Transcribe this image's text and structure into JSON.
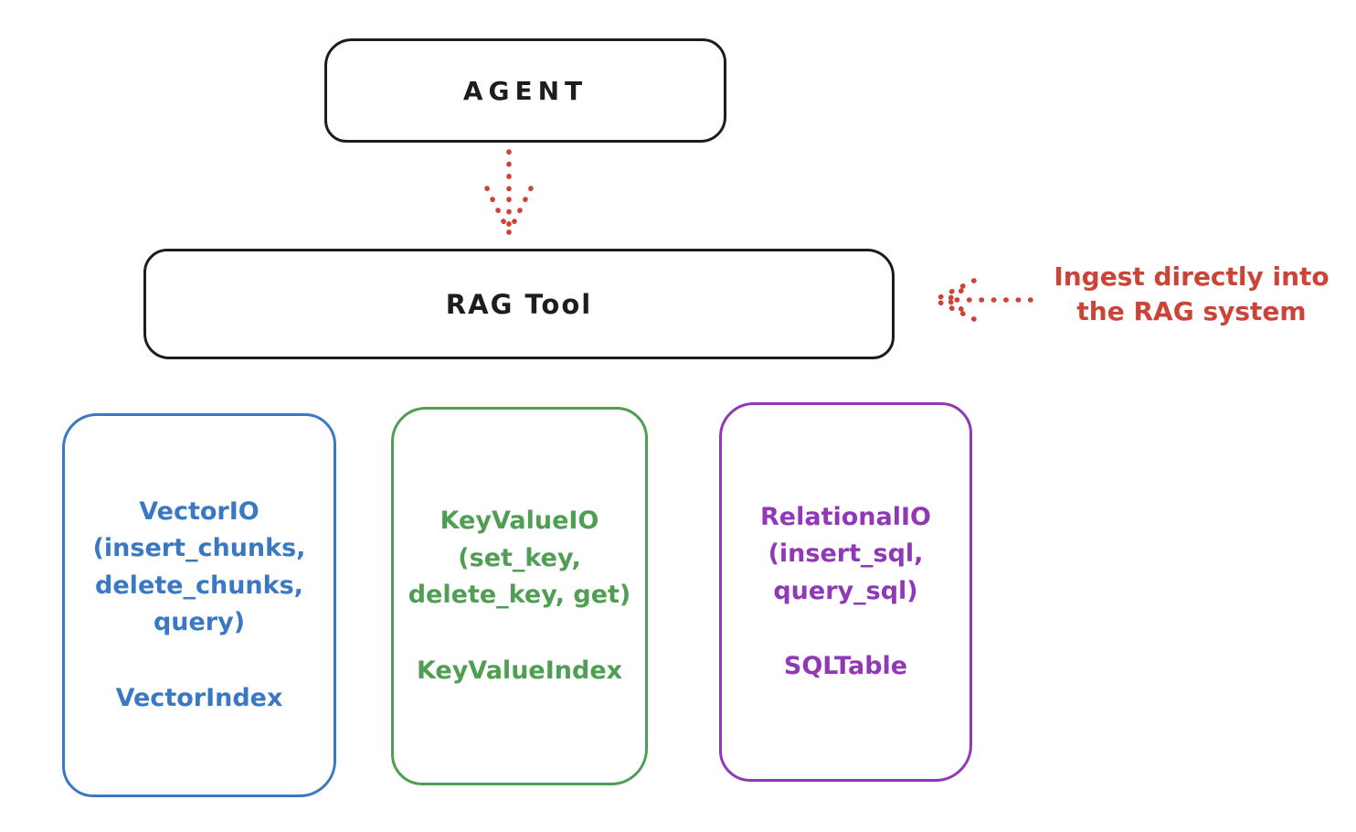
{
  "colors": {
    "ink": "#1d1d1d",
    "red": "#cc4438",
    "blue": "#3b78c4",
    "green": "#4f9e53",
    "purple": "#9038b8",
    "background": "#ffffff"
  },
  "agent_box": {
    "label": "AGENT"
  },
  "rag_tool_box": {
    "label": "RAG Tool"
  },
  "annotation": {
    "text_line1": "Ingest directly into",
    "text_line2": "the RAG system"
  },
  "backends": {
    "vector": {
      "title": "VectorIO",
      "methods_line1": "(insert_chunks,",
      "methods_line2": "delete_chunks,",
      "methods_line3": "query)",
      "index": "VectorIndex"
    },
    "keyvalue": {
      "title": "KeyValueIO",
      "methods_line1": "(set_key,",
      "methods_line2": "delete_key, get)",
      "index": "KeyValueIndex"
    },
    "relational": {
      "title": "RelationalIO",
      "methods_line1": "(insert_sql,",
      "methods_line2": "query_sql)",
      "index": "SQLTable"
    }
  }
}
